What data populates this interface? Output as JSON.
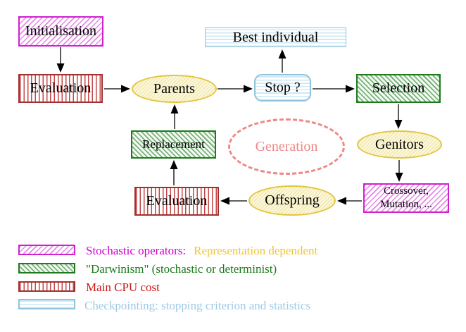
{
  "diagram": {
    "nodes": {
      "initialisation": {
        "label": "Initialisation"
      },
      "evaluation_top": {
        "label": "Evaluation"
      },
      "parents": {
        "label": "Parents"
      },
      "best_individual": {
        "label": "Best individual"
      },
      "stop": {
        "label": "Stop ?"
      },
      "selection": {
        "label": "Selection"
      },
      "genitors": {
        "label": "Genitors"
      },
      "crossover_mutation": {
        "label_line1": "Crossover,",
        "label_line2": "Mutation, ..."
      },
      "offspring": {
        "label": "Offspring"
      },
      "evaluation_bottom": {
        "label": "Evaluation"
      },
      "replacement": {
        "label": "Replacement"
      },
      "generation": {
        "label": "Generation"
      }
    },
    "colors": {
      "magenta_border": "#d020d0",
      "magenta_hatch": "#e687e6",
      "green_border": "#1f7a1f",
      "green_hatch": "#79b279",
      "red_border": "#a33030",
      "red_stripe": "#c54848",
      "cyan_border": "#8fc3dc",
      "cyan_stripe": "#cfe8f4",
      "yellow_border": "#e2c63e",
      "yellow_fill": "#f6efbe",
      "generation_dash": "#ee8888",
      "arrow": "#000000",
      "background": "#ffffff"
    }
  },
  "legend": {
    "items": [
      {
        "swatch_icon": "magenta-diagonal-hatch",
        "label": "Stochastic operators:",
        "label_color": "#cc00cc",
        "suffix": "Representation dependent",
        "suffix_color": "#f0c53a"
      },
      {
        "swatch_icon": "green-diagonal-hatch",
        "label": "\"Darwinism\" (stochastic or determinist)",
        "label_color": "#1a7a1a"
      },
      {
        "swatch_icon": "red-vertical-stripes",
        "label": "Main CPU cost",
        "label_color": "#cc1414"
      },
      {
        "swatch_icon": "cyan-horizontal-stripes",
        "label": "Checkpointing: stopping criterion and statistics",
        "label_color": "#9ecae4"
      }
    ]
  }
}
